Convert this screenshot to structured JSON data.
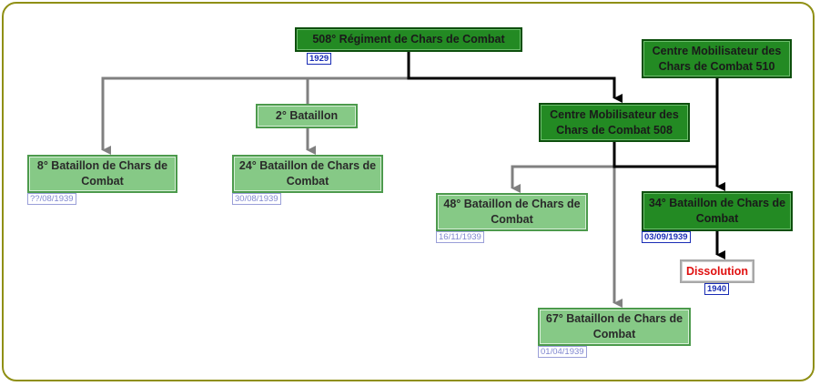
{
  "nodes": {
    "regiment_508": {
      "label": "508° Régiment de Chars de Combat",
      "date": "1929"
    },
    "cm_510": {
      "label": "Centre Mobilisateur des Chars de Combat 510"
    },
    "bataillon_2": {
      "label": "2° Bataillon"
    },
    "cm_508": {
      "label": "Centre Mobilisateur des Chars de Combat 508"
    },
    "bcc_8": {
      "label": "8° Bataillon de Chars de Combat",
      "date": "??/08/1939"
    },
    "bcc_24": {
      "label": "24° Bataillon de Chars de Combat",
      "date": "30/08/1939"
    },
    "bcc_48": {
      "label": "48° Bataillon de Chars de Combat",
      "date": "16/11/1939"
    },
    "bcc_34": {
      "label": "34° Bataillon de Chars de Combat",
      "date": "03/09/1939"
    },
    "dissolution": {
      "label": "Dissolution",
      "date": "1940"
    },
    "bcc_67": {
      "label": "67° Bataillon de Chars de Combat",
      "date": "01/04/1939"
    }
  },
  "colors": {
    "dark_node": "#238a23",
    "light_node": "#86c986",
    "primary_link": "#000000",
    "secondary_link": "#808080",
    "date_strong": "#1a2db5",
    "date_faint": "#7f86cf",
    "dissolution_text": "#e01010",
    "frame": "#8f8f14"
  }
}
